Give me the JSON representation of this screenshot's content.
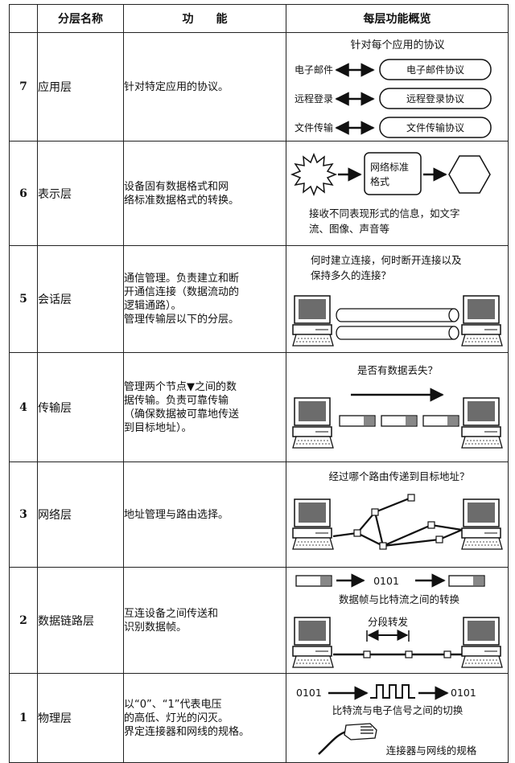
{
  "headers": {
    "col_name": "分层名称",
    "col_func": "功　　能",
    "col_overview": "每层功能概览"
  },
  "layers": [
    {
      "num": "7",
      "name": "应用层",
      "func_lines": [
        "针对特定应用的协议。"
      ],
      "overview": {
        "title": "针对每个应用的协议",
        "pairs": [
          {
            "app": "电子邮件",
            "protocol": "电子邮件协议"
          },
          {
            "app": "远程登录",
            "protocol": "远程登录协议"
          },
          {
            "app": "文件传输",
            "protocol": "文件传输协议"
          }
        ]
      }
    },
    {
      "num": "6",
      "name": "表示层",
      "func_lines": [
        "设备固有数据格式和网",
        "络标准数据格式的转换。"
      ],
      "overview": {
        "box_lines": [
          "网络标准",
          "格式"
        ],
        "caption_lines": [
          "接收不同表现形式的信息，如文字",
          "流、图像、声音等"
        ]
      }
    },
    {
      "num": "5",
      "name": "会话层",
      "func_lines": [
        "通信管理。负责建立和断",
        "开通信连接（数据流动的",
        "逻辑通路）。",
        "管理传输层以下的分层。"
      ],
      "overview": {
        "caption_lines": [
          "何时建立连接，何时断开连接以及",
          "保持多久的连接？"
        ]
      }
    },
    {
      "num": "4",
      "name": "传输层",
      "func_lines": [
        "管理两个节点▼之间的数",
        "据传输。负责可靠传输",
        "（确保数据被可靠地传送",
        "到目标地址）。"
      ],
      "overview": {
        "caption": "是否有数据丢失？"
      }
    },
    {
      "num": "3",
      "name": "网络层",
      "func_lines": [
        "地址管理与路由选择。"
      ],
      "overview": {
        "caption": "经过哪个路由传递到目标地址？"
      }
    },
    {
      "num": "2",
      "name": "数据链路层",
      "func_lines": [
        "互连设备之间传送和",
        "识别数据帧。"
      ],
      "overview": {
        "bits": "0101",
        "caption": "数据帧与比特流之间的转换",
        "caption2": "分段转发"
      }
    },
    {
      "num": "1",
      "name": "物理层",
      "func_lines": [
        "以“0”、“1”代表电压",
        "的高低、灯光的闪灭。",
        "界定连接器和网线的规格。"
      ],
      "overview": {
        "bits_left": "0101",
        "bits_right": "0101",
        "caption": "比特流与电子信号之间的切换",
        "caption2": "连接器与网线的规格"
      }
    }
  ]
}
